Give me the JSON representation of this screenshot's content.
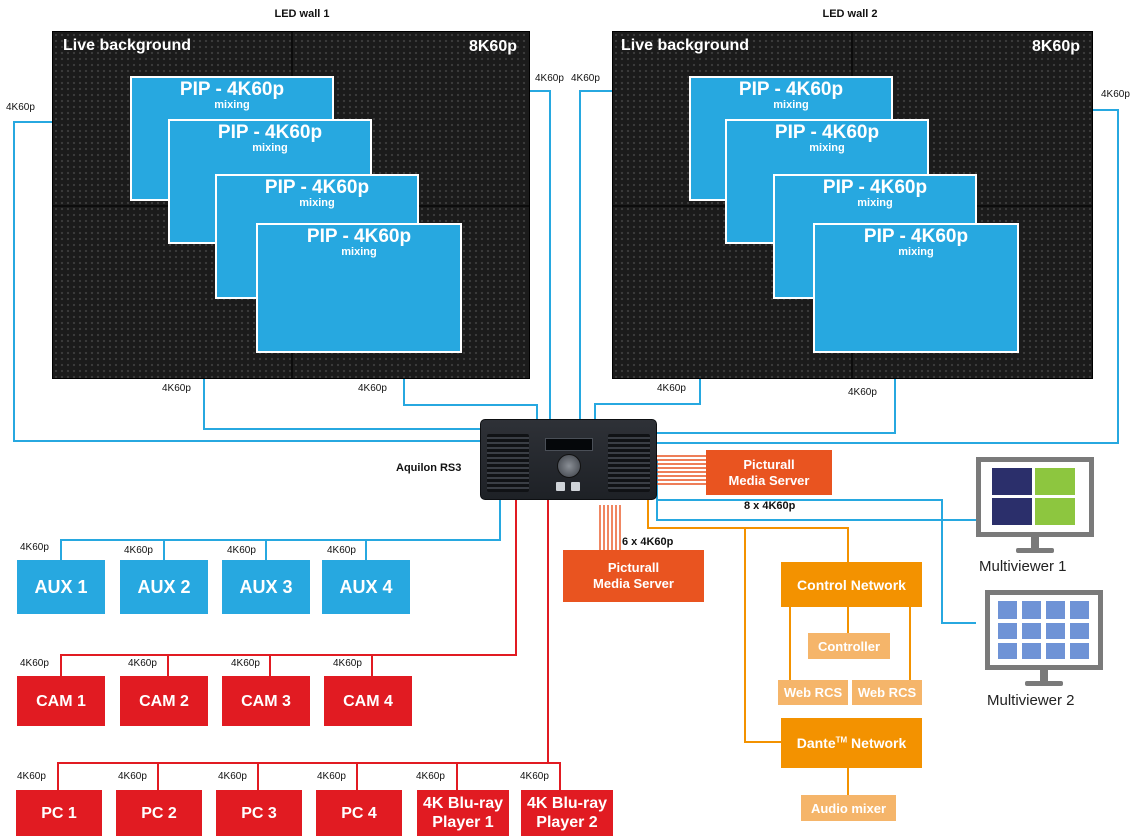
{
  "walls": [
    {
      "title": "LED wall 1",
      "background_label": "Live background",
      "resolution": "8K60p"
    },
    {
      "title": "LED wall 2",
      "background_label": "Live background",
      "resolution": "8K60p"
    }
  ],
  "pip": {
    "title": "PIP - 4K60p",
    "subtitle": "mixing"
  },
  "signal_label": "4K60p",
  "device_label": "Aquilon RS3",
  "media_servers": [
    {
      "line1": "Picturall",
      "line2": "Media Server",
      "link": "8 x 4K60p"
    },
    {
      "line1": "Picturall",
      "line2": "Media Server",
      "link": "6 x 4K60p"
    }
  ],
  "aux": [
    "AUX 1",
    "AUX 2",
    "AUX 3",
    "AUX 4"
  ],
  "cams": [
    "CAM 1",
    "CAM 2",
    "CAM 3",
    "CAM 4"
  ],
  "pcs": [
    "PC 1",
    "PC 2",
    "PC 3",
    "PC 4"
  ],
  "bluray": [
    {
      "line1": "4K Blu-ray",
      "line2": "Player 1"
    },
    {
      "line1": "4K Blu-ray",
      "line2": "Player 2"
    }
  ],
  "control": {
    "network": "Control Network",
    "controller": "Controller",
    "web_rcs": [
      "Web RCS",
      "Web RCS"
    ]
  },
  "dante": {
    "network": "Dante",
    "tm": "TM",
    "network_suffix": " Network",
    "audio_mixer": "Audio mixer"
  },
  "multiviewers": [
    "Multiviewer 1",
    "Multiviewer 2"
  ],
  "colors": {
    "blue": "#27a8e0",
    "red": "#e11b22",
    "orange": "#f39200",
    "light_orange": "#f5b56a",
    "picturall": "#e95420",
    "monitor": "#7a7a7a",
    "mv1_dark": "#2b2f6b",
    "mv1_green": "#8dc63f",
    "mv2_blue": "#6f93d6"
  }
}
